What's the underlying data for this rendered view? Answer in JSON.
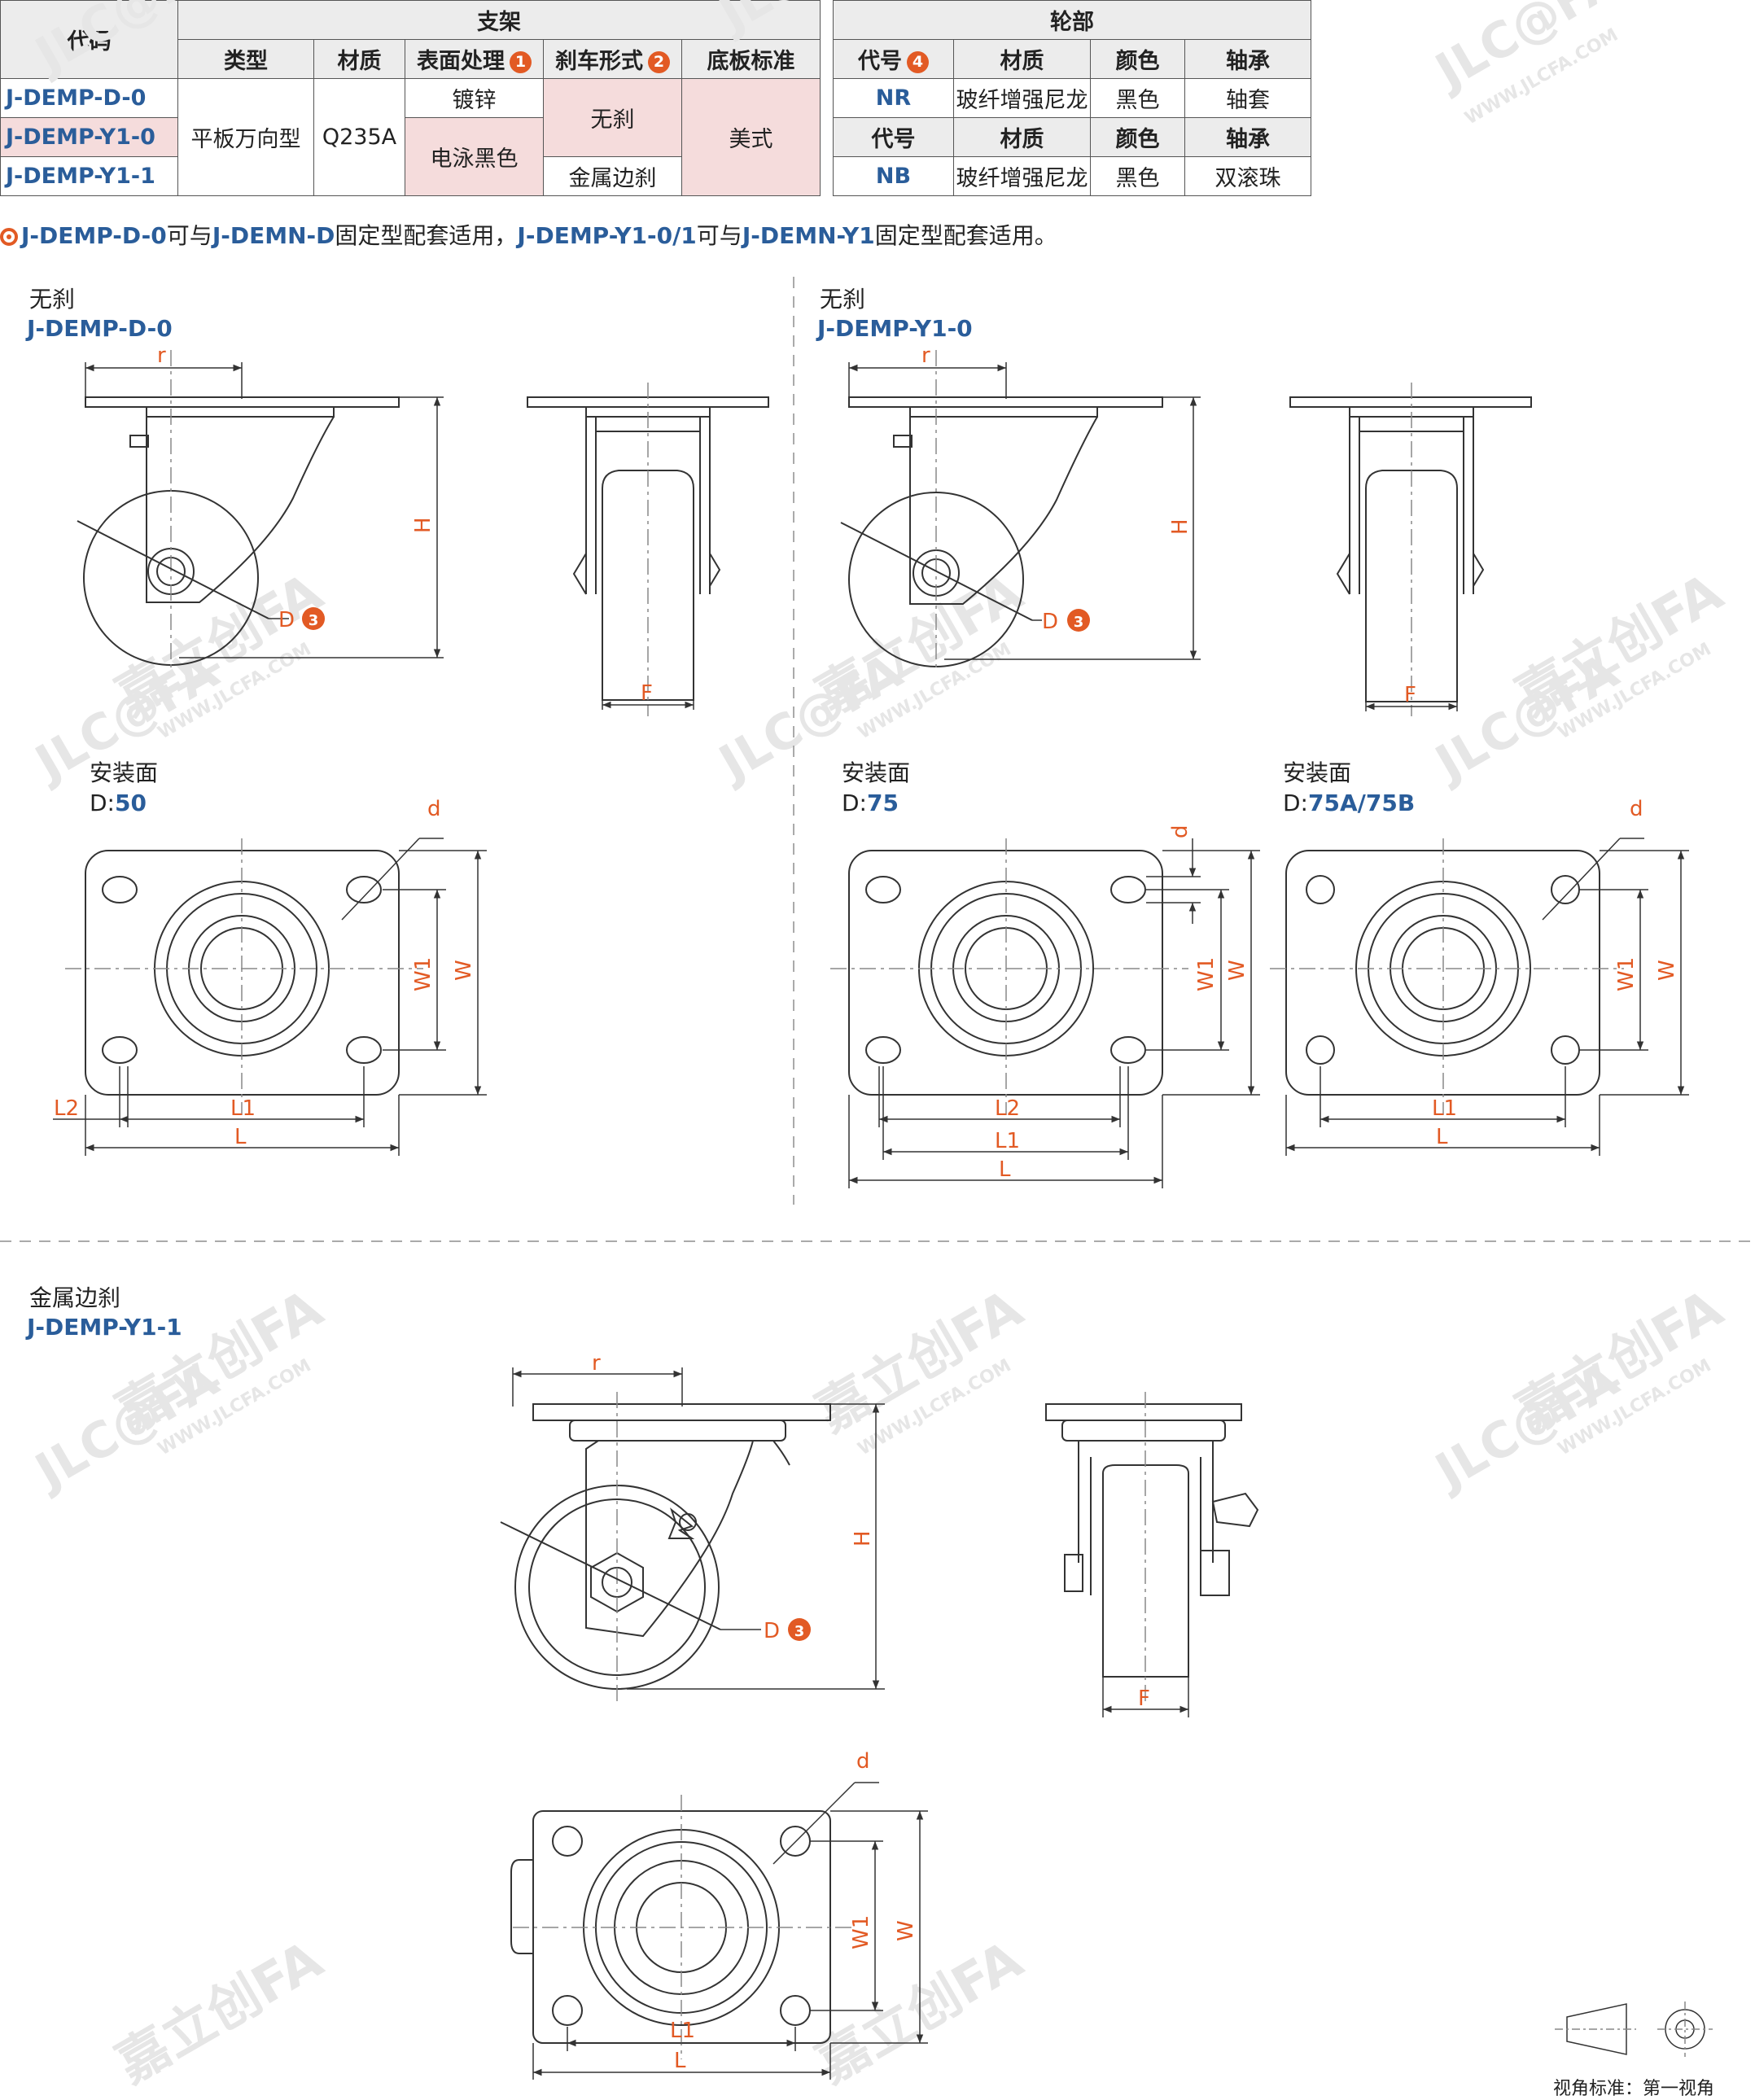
{
  "table": {
    "col_code": "代码",
    "group_bracket": "支架",
    "group_wheel": "轮部",
    "bracket_cols": {
      "type": "类型",
      "material": "材质",
      "surface": "表面处理",
      "brake": "刹车形式",
      "base": "底板标准"
    },
    "wheel_cols": {
      "code": "代号",
      "material": "材质",
      "color": "颜色",
      "bearing": "轴承"
    },
    "marks": {
      "surface": "1",
      "brake": "2",
      "wheel_code": "4",
      "diameter": "3"
    },
    "rows": [
      {
        "code": "J-DEMP-D-0"
      },
      {
        "code": "J-DEMP-Y1-0"
      },
      {
        "code": "J-DEMP-Y1-1"
      }
    ],
    "type_value": "平板万向型",
    "material_value": "Q235A",
    "surface_values": [
      "镀锌",
      "电泳黑色"
    ],
    "brake_values": [
      "无刹",
      "金属边刹"
    ],
    "base_value": "美式",
    "wheel_rows": [
      {
        "code": "NR",
        "material": "玻纤增强尼龙",
        "color": "黑色",
        "bearing": "轴套"
      },
      {
        "code": "NB",
        "material": "玻纤增强尼龙",
        "color": "黑色",
        "bearing": "双滚珠"
      }
    ]
  },
  "note": {
    "p1": "J-DEMP-D-0",
    "t1": "可与",
    "p2": "J-DEMN-D",
    "t2": "固定型配套适用，",
    "p3": "J-DEMP-Y1-0/1",
    "t3": "可与",
    "p4": "J-DEMN-Y1",
    "t4": "固定型配套适用。"
  },
  "views": {
    "a_title": "无刹",
    "a_code": "J-DEMP-D-0",
    "b_title": "无刹",
    "b_code": "J-DEMP-Y1-0",
    "c_title": "金属边刹",
    "c_code": "J-DEMP-Y1-1",
    "mount_label": "安装面",
    "d_prefix": "D:",
    "d50": "50",
    "d75": "75",
    "d75ab": "75A/75B"
  },
  "dims": {
    "r": "r",
    "H": "H",
    "D": "D",
    "F": "F",
    "d": "d",
    "W": "W",
    "W1": "W1",
    "L": "L",
    "L1": "L1",
    "L2": "L2"
  },
  "footer": {
    "projection": "视角标准：第一视角"
  },
  "colors": {
    "accent_blue": "#2a5d9a",
    "dim_orange": "#e25a24",
    "highlight": "#f5dcdc",
    "watermark": "#e4e4e4"
  },
  "watermark": {
    "brand": "JLC@FA",
    "cn": "嘉立创FA",
    "url": "WWW.JLCFA.COM"
  }
}
